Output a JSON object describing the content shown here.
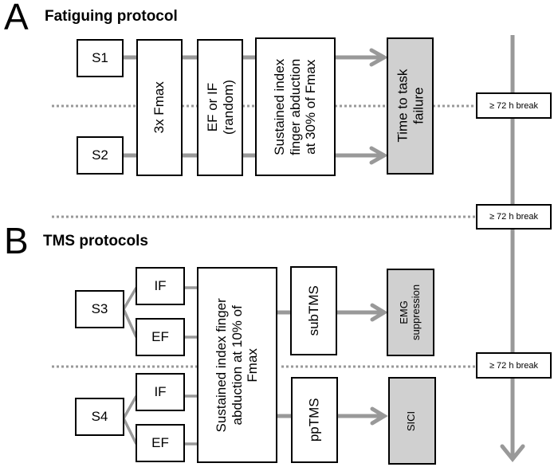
{
  "panel_a": {
    "letter": "A",
    "title": "Fatiguing protocol",
    "sessions": [
      "S1",
      "S2"
    ],
    "steps": {
      "fmax": "3x Fmax",
      "condition_l1": "EF or IF",
      "condition_l2": "(random)",
      "sustained_l1": "Sustained index",
      "sustained_l2": "finger abduction",
      "sustained_l3": "at 30% of Fmax",
      "outcome_l1": "Time to task",
      "outcome_l2": "failure"
    }
  },
  "panel_b": {
    "letter": "B",
    "title": "TMS protocols",
    "sessions": [
      "S3",
      "S4"
    ],
    "conditions": [
      "IF",
      "EF",
      "IF",
      "EF"
    ],
    "sustained_l1": "Sustained index finger",
    "sustained_l2": "abduction at 10% of",
    "sustained_l3": "Fmax",
    "stim": [
      "subTMS",
      "ppTMS"
    ],
    "outcome1_l1": "EMG",
    "outcome1_l2": "suppression",
    "outcome2": "SICI"
  },
  "breaks": [
    "≥ 72 h break",
    "≥ 72 h break",
    "≥ 72 h break"
  ],
  "colors": {
    "connector": "#999999",
    "outcome_fill": "#d0d0d0",
    "border": "#000000"
  }
}
